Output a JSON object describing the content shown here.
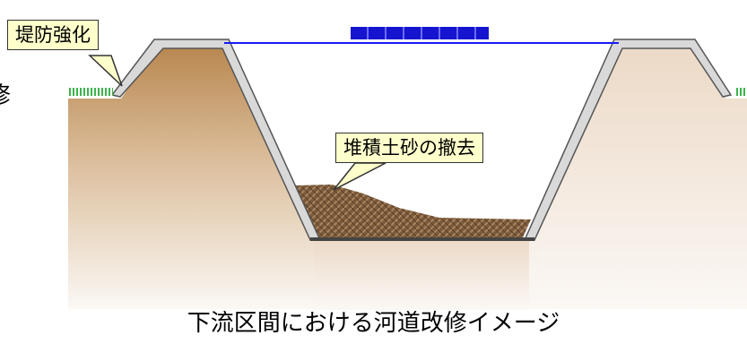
{
  "diagram": {
    "caption": "下流区間における河道改修イメージ",
    "callouts": {
      "levee": "堤防強化",
      "sediment": "堆積土砂の撤去"
    },
    "edge_text": "修",
    "water_level_label": "",
    "colors": {
      "water_line": "#1a1aff",
      "label_block": "#1515d0",
      "callout_fill": "#ffffcc",
      "soil_top": "#b8864e",
      "soil_bottom": "#f3ece6",
      "sediment": "#7a5a3a",
      "grass": "#3cb44b",
      "revetment": "#8c8c8c"
    }
  }
}
